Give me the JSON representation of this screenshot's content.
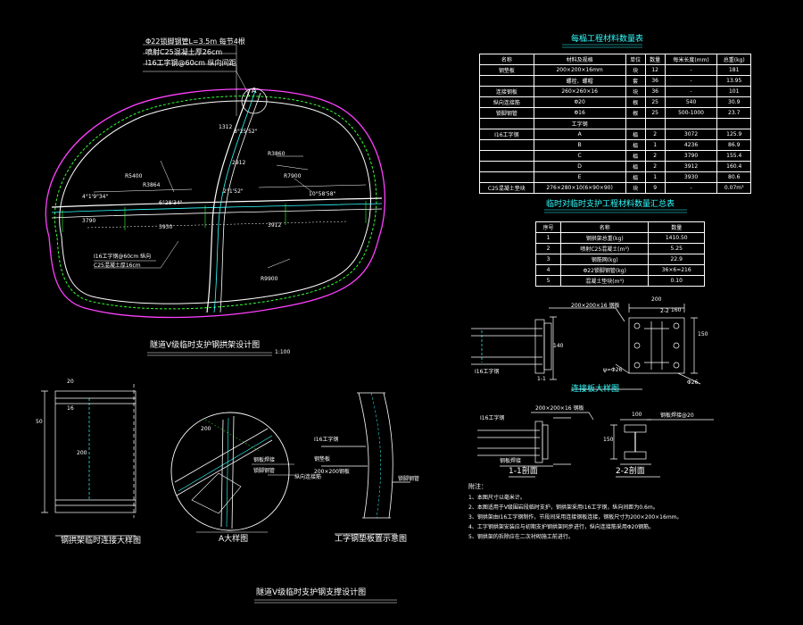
{
  "colors": {
    "background": "#000000",
    "lining": "#ff40ff",
    "line": "#ffffff",
    "accent_cyan": "#33ffff",
    "accent_green": "#33ff33",
    "accent_yellow": "#ffff00",
    "accent_red": "#ff3333"
  },
  "titles": {
    "main_plan": "隧道V级临时支护钢拱架设计图",
    "main_plan_scale": "1:100",
    "steel_table": "每榀工程材料数量表",
    "temp_table": "临时对临时支护工程材料数量汇总表",
    "joint_detail": "连接板大样图",
    "section_1": "1-1剖面",
    "section_2": "2-2剖面",
    "a_detail": "A大样图",
    "pipe_detail": "钢拱架临时连接大样图",
    "plate_detail": "工字钢垫板置示意图",
    "drawing_name": "隧道V级临时支护钢支撑设计图",
    "notes_title": "附注："
  },
  "plan_labels": {
    "top_1": "Φ22锁脚钢管L=3.5m 每节4根",
    "top_2": "喷射C25混凝土厚26cm",
    "top_3": "I16工字钢@60cm 纵向间距",
    "ann_a": "A",
    "ang_left": "4°1'9\"34\"",
    "ang_mid": "6°28'34\"",
    "ang_right": "10°58'58\"",
    "ang_top": "8°25'52\"",
    "ang_center": "2°1'52\"",
    "dim_left": "3790",
    "dim_mid": "3930",
    "dim_right": "3912",
    "dim_v1": "R5400",
    "dim_v2": "R3864",
    "dim_v3": "1312",
    "dim_v4": "2912",
    "dim_v5": "R3860",
    "dim_v6": "R7900",
    "bottom_1": "I16工字钢@60cm 纵向",
    "bottom_2": "C25混凝土厚16cm",
    "bottom_3": "R9900"
  },
  "steel_table": {
    "headers": [
      "名称",
      "材料及规格",
      "单位",
      "数量",
      "每米长度(mm)",
      "总重(kg)"
    ],
    "rows": [
      [
        "钢垫板",
        "200×200×16mm",
        "块",
        "12",
        "-",
        "181"
      ],
      [
        "",
        "螺栓、螺帽",
        "套",
        "36",
        "-",
        "13.95"
      ],
      [
        "连接钢板",
        "260×260×16",
        "块",
        "36",
        "-",
        "101"
      ],
      [
        "纵向连接筋",
        "Φ20",
        "根",
        "25",
        "540",
        "30.9"
      ],
      [
        "锁脚钢管",
        "Φ16",
        "根",
        "25",
        "500-1000",
        "23.7"
      ],
      [
        "",
        "工字钢",
        "",
        "",
        "",
        ""
      ],
      [
        "I16工字钢",
        "A",
        "榀",
        "2",
        "3072",
        "125.9"
      ],
      [
        "",
        "B",
        "榀",
        "1",
        "4236",
        "86.9"
      ],
      [
        "",
        "C",
        "榀",
        "2",
        "3790",
        "155.4"
      ],
      [
        "",
        "D",
        "榀",
        "2",
        "3912",
        "160.4"
      ],
      [
        "",
        "E",
        "榀",
        "1",
        "3930",
        "80.6"
      ],
      [
        "C25混凝土垫块",
        "276×280×10(6×90×90)",
        "块",
        "9",
        "-",
        "0.07m³"
      ]
    ]
  },
  "temp_table": {
    "headers": [
      "序号",
      "名称",
      "数量"
    ],
    "rows": [
      [
        "1",
        "钢拱架总重(kg)",
        "1410.50"
      ],
      [
        "2",
        "喷射C25混凝土(m³)",
        "5.25"
      ],
      [
        "3",
        "钢筋网(kg)",
        "22.9"
      ],
      [
        "4",
        "Φ22锁脚钢管(kg)",
        "36×6=216"
      ],
      [
        "5",
        "混凝土垫块(m³)",
        "0.10"
      ]
    ]
  },
  "joint_labels": {
    "d1": "200×200×16 钢板",
    "d2": "200",
    "d3": "140",
    "d4": "150",
    "d5": "160",
    "d6": "I16工字钢",
    "d7": "ψ=Φ26",
    "d8": "Φ26",
    "d9": "1-1",
    "d10": "2-2"
  },
  "section_labels": {
    "s1": "I16工字钢",
    "s2": "200×200×16 钢板",
    "s3": "钢板焊接",
    "s4": "钢板焊接@20",
    "s5": "100",
    "s6": "150"
  },
  "left_detail": {
    "d1": "20",
    "d2": "16",
    "d3": "200",
    "d4": "50"
  },
  "a_detail": {
    "l1": "200",
    "l2": "钢板焊接",
    "l3": "锁脚钢管",
    "l4": "纵向连接筋"
  },
  "plate_detail": {
    "l1": "I16工字钢",
    "l2": "钢垫板",
    "l3": "200×200钢板",
    "l4": "锁脚钢管"
  },
  "notes": [
    "1、本图尺寸以毫米计。",
    "2、本图适用于V级围岩段临时支护，钢拱架采用I16工字钢，纵向间距为0.6m。",
    "3、钢拱架由I16工字钢制作，节段间采用连接钢板连接，钢板尺寸为200×200×16mm。",
    "4、工字钢拱架安装应与初期支护钢拱架同步进行，纵向连接筋采用Φ20钢筋。",
    "5、钢拱架的拆除应在二次衬砌施工前进行。"
  ]
}
